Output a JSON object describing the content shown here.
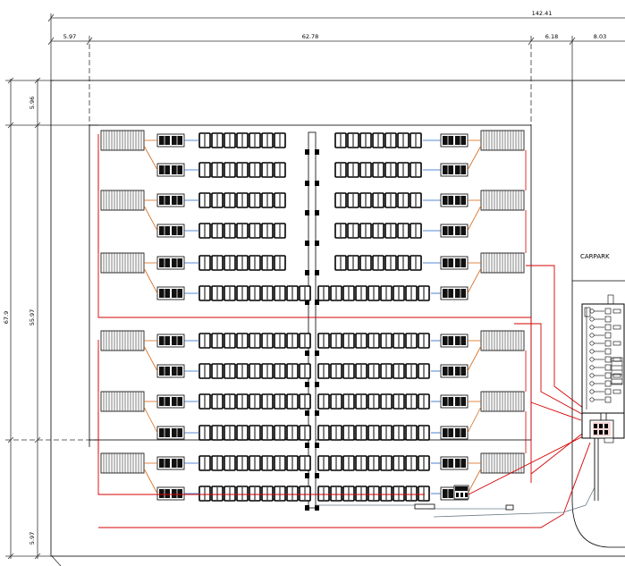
{
  "dimensions": {
    "overall_width": "142.41",
    "left_setback": "5.97",
    "main_width": "62.78",
    "right_setback": "6.18",
    "far_right": "8.03",
    "top_setback": "5.96",
    "overall_height": "67.9",
    "main_height": "55.97",
    "bottom_setback": "5.97"
  },
  "labels": {
    "carpark": "CARPARK"
  },
  "colors": {
    "line": "#000000",
    "cable_red": "#d40000",
    "cable_blue": "#2060c0",
    "cable_orange": "#d46a1a",
    "dim_line": "#333333"
  },
  "layout": {
    "groups": 2,
    "rows_per_group": 6,
    "icons": [
      "combiner-box-icon",
      "pv-string-icon",
      "transformer-icon",
      "inverter-station-icon"
    ]
  }
}
